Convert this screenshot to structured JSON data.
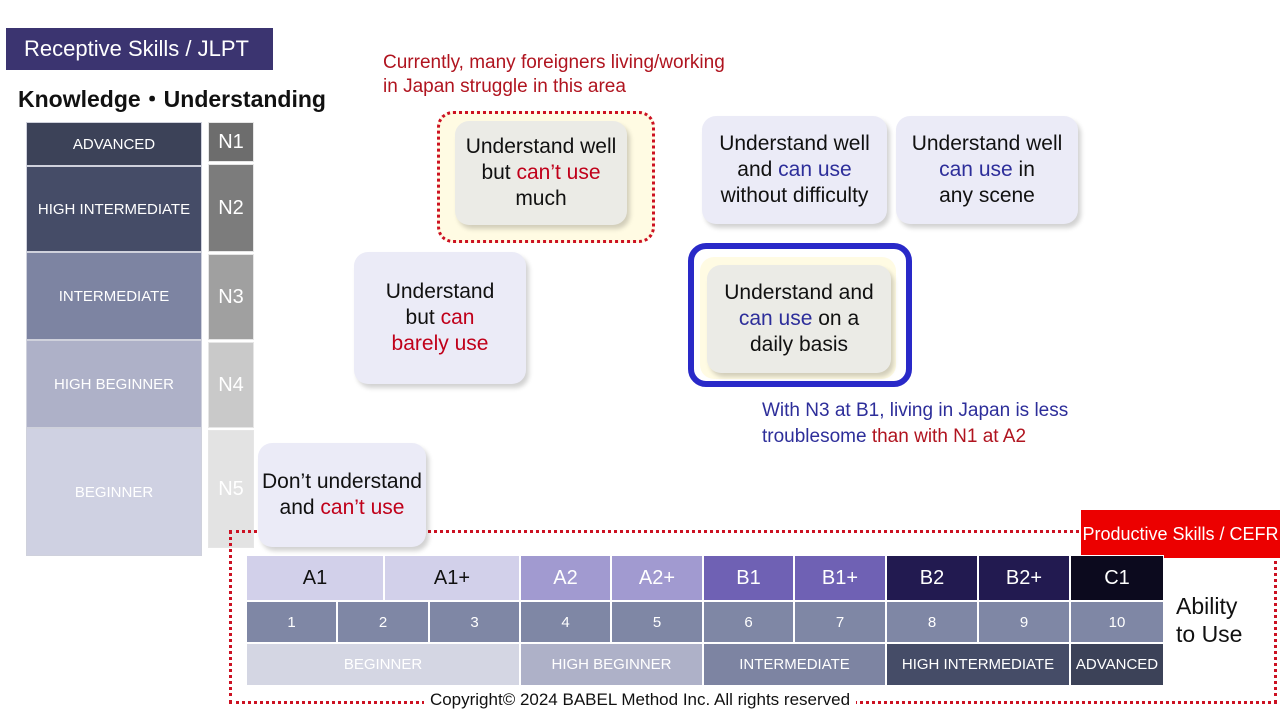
{
  "header": {
    "title": "Receptive Skills / JLPT",
    "subtitle": "Knowledge・Understanding"
  },
  "receptive_levels": [
    {
      "label": "ADVANCED",
      "jlpt": "N1"
    },
    {
      "label": "HIGH INTERMEDIATE",
      "jlpt": "N2"
    },
    {
      "label": "INTERMEDIATE",
      "jlpt": "N3"
    },
    {
      "label": "HIGH BEGINNER",
      "jlpt": "N4"
    },
    {
      "label": "BEGINNER",
      "jlpt": "N5"
    }
  ],
  "notes": {
    "struggle": {
      "line1": "Currently, many foreigners living/working",
      "line2": "in Japan struggle in this area"
    },
    "comparison": {
      "part1": "With N3 at B1, living in Japan is less",
      "part2": "troublesome",
      "part3": " than with N1 at A2"
    }
  },
  "cards": {
    "cant_use_much": {
      "line1": "Understand well",
      "line2a": "but ",
      "line2b": "can’t use",
      "line3": "much"
    },
    "without_difficulty": {
      "line1": "Understand well",
      "line2a": "and ",
      "line2b": "can use",
      "line3": "without difficulty"
    },
    "any_scene": {
      "line1": "Understand well",
      "line2a": "can use",
      "line2b": " in",
      "line3": "any scene"
    },
    "barely_use": {
      "line1": "Understand",
      "line2a": "but ",
      "line2b": "can",
      "line3": "barely use"
    },
    "daily_basis": {
      "line1": "Understand and",
      "line2a": "can use",
      "line2b": " on a",
      "line3": "daily basis"
    },
    "cant_understand": {
      "line1": "Don’t understand",
      "line2a": "and ",
      "line2b": "can’t use"
    }
  },
  "productive": {
    "label": "Productive Skills / CEFR",
    "ability_line1": "Ability",
    "ability_line2": "to Use",
    "cefr_levels": [
      "A1",
      "A1+",
      "A2",
      "A2+",
      "B1",
      "B1+",
      "B2",
      "B2+",
      "C1"
    ],
    "numbers": [
      "1",
      "2",
      "3",
      "4",
      "5",
      "6",
      "7",
      "8",
      "9",
      "10"
    ],
    "bands": [
      "BEGINNER",
      "HIGH BEGINNER",
      "INTERMEDIATE",
      "HIGH INTERMEDIATE",
      "ADVANCED"
    ]
  },
  "colors": {
    "title_bg": "#3b3470",
    "accent_red": "#c0001a",
    "accent_blue": "#2d2e9a",
    "dotted_red": "#cc1122",
    "highlight_border": "#2929c8"
  },
  "copyright": "Copyright© 2024 BABEL Method Inc. All rights reserved"
}
